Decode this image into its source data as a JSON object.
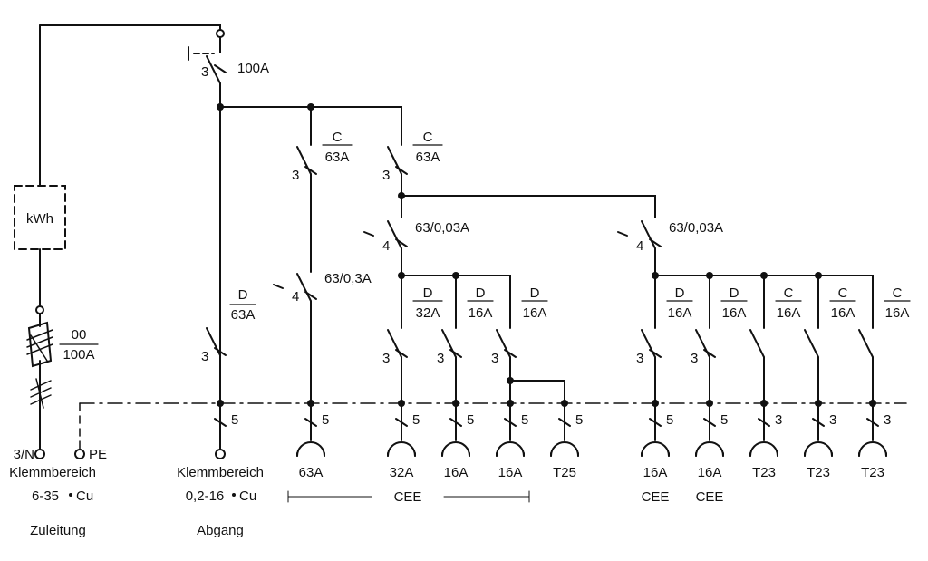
{
  "main_breaker": {
    "poles": "3",
    "rating": "100A"
  },
  "meter": {
    "label": "kWh"
  },
  "fuse": {
    "top": "00",
    "bottom": "100A"
  },
  "fixed": {
    "three": "3",
    "four": "4",
    "five": "5",
    "rcd_main": "63/0,3A",
    "rcd_left": "63/0,03A",
    "rcd_right": "63/0,03A",
    "c": "C",
    "d": "D",
    "a63": "63A",
    "a32": "32A",
    "a16": "16A"
  },
  "terminals": {
    "n": "3/N",
    "pe": "PE",
    "supply_area": "Klemmbereich",
    "supply_range": "6-35",
    "supply_unit": "Cu",
    "supply_caption": "Zuleitung",
    "outgoing_area": "Klemmbereich",
    "outgoing_range": "0,2-16",
    "outgoing_unit": "Cu",
    "outgoing_caption": "Abgang"
  },
  "sockets": {
    "s63": "63A",
    "s32": "32A",
    "s16a": "16A",
    "s16b": "16A",
    "t25": "T25",
    "s16c": "16A",
    "s16d": "16A",
    "t23a": "T23",
    "t23b": "T23",
    "t23c": "T23"
  },
  "cee": {
    "group": "CEE",
    "r1": "CEE",
    "r2": "CEE"
  }
}
